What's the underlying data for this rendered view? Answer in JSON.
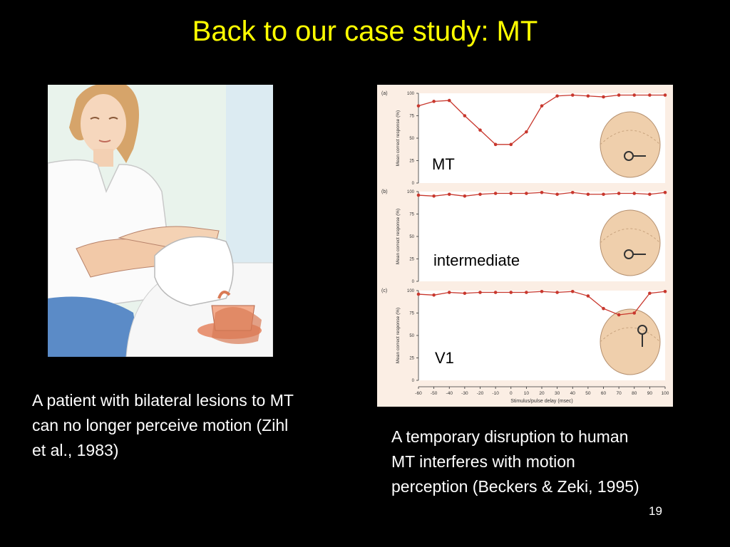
{
  "slide": {
    "title": "Back to our case study: MT",
    "left_caption": "A patient with bilateral lesions to MT can no longer perceive motion (Zihl et al., 1983)",
    "right_caption": "A temporary disruption to human MT interferes with motion perception (Beckers & Zeki, 1995)",
    "page_number": "19"
  },
  "colors": {
    "title": "#ffff00",
    "series": "#c8372d",
    "panel": "#fbeee4",
    "plot_bg": "#ffffff"
  },
  "chart_data": [
    {
      "type": "line",
      "panel_tag": "(a)",
      "region_label": "MT",
      "x": [
        -60,
        -50,
        -40,
        -30,
        -20,
        -10,
        0,
        10,
        20,
        30,
        40,
        50,
        60,
        70,
        80,
        90,
        100
      ],
      "values": [
        86,
        91,
        92,
        75,
        59,
        43,
        43,
        57,
        86,
        97,
        98,
        97,
        96,
        98,
        98,
        98,
        98
      ],
      "ylabel": "Mean correct response (%)",
      "ylim": [
        0,
        100
      ],
      "yticks": [
        0,
        25,
        50,
        75,
        100
      ]
    },
    {
      "type": "line",
      "panel_tag": "(b)",
      "region_label": "intermediate",
      "x": [
        -60,
        -50,
        -40,
        -30,
        -20,
        -10,
        0,
        10,
        20,
        30,
        40,
        50,
        60,
        70,
        80,
        90,
        100
      ],
      "values": [
        96,
        95,
        97,
        95,
        97,
        98,
        98,
        98,
        99,
        97,
        99,
        97,
        97,
        98,
        98,
        97,
        99
      ],
      "ylabel": "Mean correct response (%)",
      "ylim": [
        0,
        100
      ],
      "yticks": [
        0,
        25,
        50,
        75,
        100
      ]
    },
    {
      "type": "line",
      "panel_tag": "(c)",
      "region_label": "V1",
      "x": [
        -60,
        -50,
        -40,
        -30,
        -20,
        -10,
        0,
        10,
        20,
        30,
        40,
        50,
        60,
        70,
        80,
        90,
        100
      ],
      "values": [
        96,
        95,
        98,
        97,
        98,
        98,
        98,
        98,
        99,
        98,
        99,
        94,
        80,
        73,
        75,
        97,
        99
      ],
      "ylabel": "Mean correct response (%)",
      "ylim": [
        0,
        100
      ],
      "yticks": [
        0,
        25,
        50,
        75,
        100
      ],
      "xlabel": "Stimulus/pulse delay (msec)",
      "xticks": [
        "-60",
        "-50",
        "-40",
        "-30",
        "-20",
        "-10",
        "0",
        "10",
        "20",
        "30",
        "40",
        "50",
        "60",
        "70",
        "80",
        "90",
        "100"
      ]
    }
  ]
}
